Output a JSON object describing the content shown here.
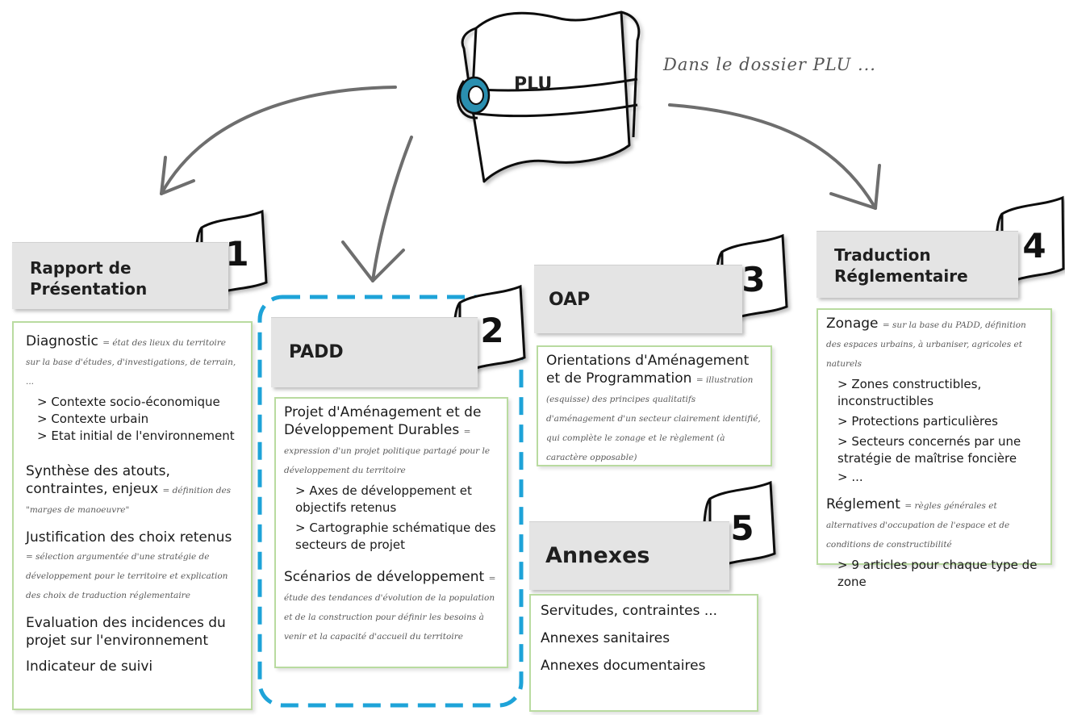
{
  "tagline": "Dans le dossier PLU ...",
  "plu_label": "PLU",
  "colors": {
    "header_bg": "#e4e4e4",
    "body_border": "#b9dba0",
    "dashed_highlight": "#1ea3d8",
    "ribbon": "#2b8fb0"
  },
  "sections": [
    {
      "number": "1",
      "title_line1": "Rapport de",
      "title_line2": "Présentation",
      "items": [
        {
          "heading": "Diagnostic",
          "note": "= état des lieux du territoire sur la base d'études, d'investigations, de terrain, ..."
        },
        {
          "bullet": "> Contexte socio-économique"
        },
        {
          "bullet": "> Contexte urbain"
        },
        {
          "bullet": "> Etat initial de l'environnement"
        },
        {
          "heading": "Synthèse des atouts, contraintes, enjeux",
          "note": "= définition des \"marges de manoeuvre\""
        },
        {
          "heading": "Justification des choix retenus",
          "note": "= sélection argumentée d'une stratégie de développement pour le territoire et explication des choix de traduction réglementaire"
        },
        {
          "heading": "Evaluation des incidences du projet sur l'environnement"
        },
        {
          "heading": "Indicateur de suivi"
        }
      ]
    },
    {
      "number": "2",
      "title": "PADD",
      "items": [
        {
          "heading": "Projet d'Aménagement et de Développement Durables",
          "note": "= expression d'un projet politique partagé pour le développement du territoire"
        },
        {
          "bullet": "> Axes de développement et objectifs retenus"
        },
        {
          "bullet": "> Cartographie schématique des secteurs de projet"
        },
        {
          "heading": "Scénarios de développement",
          "note": "= étude des tendances d'évolution de la population et de la construction pour définir les besoins à venir et la capacité d'accueil du territoire"
        }
      ]
    },
    {
      "number": "3",
      "title": "OAP",
      "items": [
        {
          "heading": "Orientations d'Aménagement et de Programmation",
          "note": "= illustration (esquisse) des principes qualitatifs d'aménagement d'un secteur clairement identifié, qui complète le zonage et le règlement (à caractère opposable)"
        }
      ]
    },
    {
      "number": "4",
      "title_line1": "Traduction",
      "title_line2": "Réglementaire",
      "items": [
        {
          "heading": "Zonage",
          "note": "= sur la base du PADD, définition des espaces urbains, à urbaniser, agricoles et naturels"
        },
        {
          "bullet": "> Zones constructibles, inconstructibles"
        },
        {
          "bullet": "> Protections particulières"
        },
        {
          "bullet": "> Secteurs concernés par une stratégie de maîtrise foncière"
        },
        {
          "bullet": "> ..."
        },
        {
          "heading": "Réglement",
          "note": "= règles générales et alternatives d'occupation de l'espace et de conditions de constructibilité"
        },
        {
          "bullet": "> 9 articles pour chaque type de zone"
        }
      ]
    },
    {
      "number": "5",
      "title": "Annexes",
      "items": [
        {
          "heading": "Servitudes, contraintes ..."
        },
        {
          "heading": "Annexes sanitaires"
        },
        {
          "heading": "Annexes documentaires"
        }
      ]
    }
  ]
}
